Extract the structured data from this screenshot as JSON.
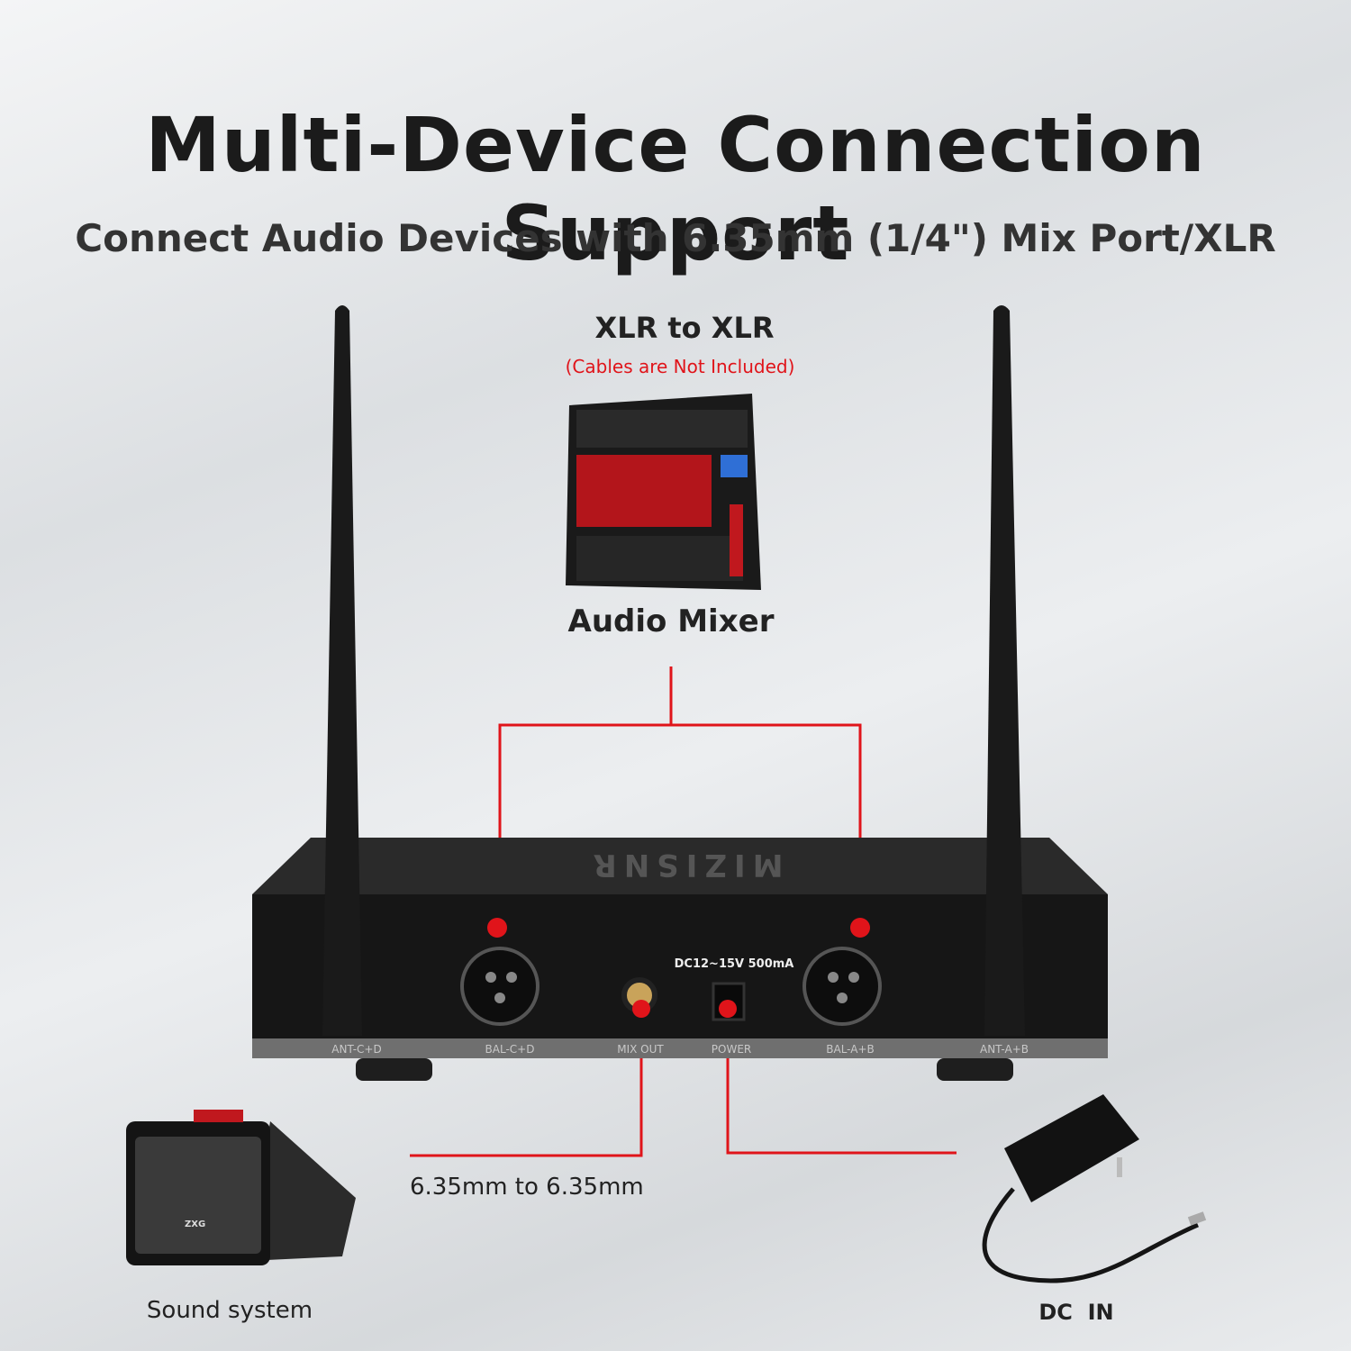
{
  "title": "Multi-Device Connection Support",
  "subtitle": "Connect Audio Devices with 6.35mm (1/4\") Mix Port/XLR",
  "connections": {
    "xlr_title": "XLR to XLR",
    "xlr_note": "(Cables are Not Included)",
    "mixer_label": "Audio Mixer",
    "jack_label": "6.35mm to 6.35mm",
    "sound_label": "Sound system",
    "dc_label": "DC  IN"
  },
  "receiver": {
    "brand": "MIZISNR",
    "spec": "DC12~15V 500mA",
    "ports": [
      "ANT-C+D",
      "BAL-C+D",
      "MIX OUT",
      "POWER",
      "BAL-A+B",
      "ANT-A+B"
    ]
  },
  "speaker_badge": "ZXG",
  "colors": {
    "accent": "#e0141a",
    "device": "#161616"
  }
}
